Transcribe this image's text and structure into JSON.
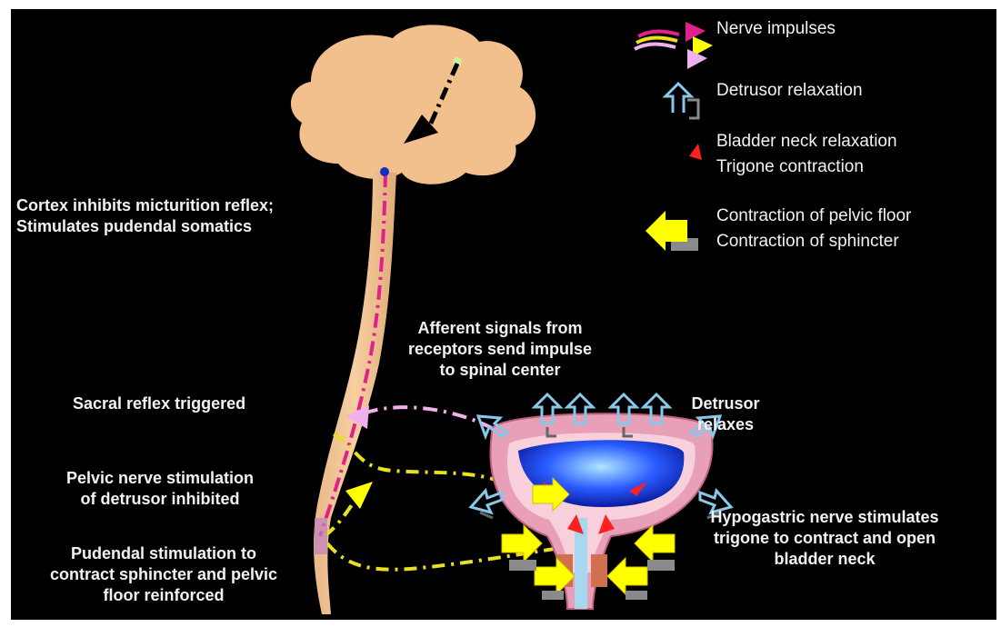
{
  "legend": {
    "nerve_impulses": "Nerve impulses",
    "detrusor_relaxation": "Detrusor relaxation",
    "bladder_neck": "Bladder neck relaxation\nTrigone contraction",
    "pelvic_floor": "Contraction of pelvic floor\nContraction of sphincter"
  },
  "labels": {
    "cortex": "Cortex inhibits micturition reflex;\nStimulates pudendal somatics",
    "afferent": "Afferent signals from\nreceptors send impulse\nto spinal center",
    "sacral": "Sacral reflex triggered",
    "detrusor_relaxes": "Detrusor\nrelaxes",
    "pelvic_nerve": "Pelvic nerve stimulation\nof detrusor inhibited",
    "hypogastric": "Hypogastric nerve stimulates\ntrigone to contract and open\nbladder neck",
    "pudendal": "Pudendal stimulation to\ncontract sphincter and pelvic\nfloor reinforced"
  },
  "colors": {
    "background": "#000000",
    "brain": "#f2c08c",
    "afferent_impulse": "#f0b0f0",
    "efferent_impulse": "#e8e020",
    "cortical_impulse": "#e0208c",
    "bladder_fluid": "#2a5cff",
    "bladder_wall": "#e8a0b8",
    "relax_arrow": "#88c8e8",
    "contract_arrow": "#ffff00",
    "neck_arrow": "#ff2020"
  }
}
